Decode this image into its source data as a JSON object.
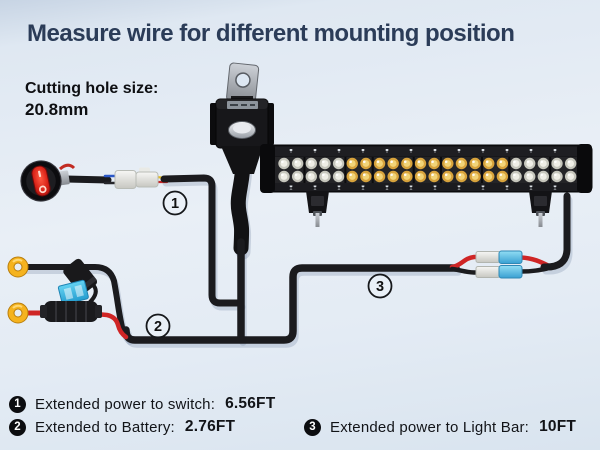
{
  "header": {
    "title": "Measure wire for different mounting position"
  },
  "note": {
    "label": "Cutting hole size:",
    "value": "20.8mm"
  },
  "diagram": {
    "markers": [
      {
        "num": "1"
      },
      {
        "num": "2"
      },
      {
        "num": "3"
      }
    ],
    "components": {
      "switch": "red-rocker-switch",
      "relay": "relay-with-ring-terminal",
      "fuse": "inline-fuse-holder-blue-fuse",
      "battery_terminals": "two-gold-ring-terminals",
      "light_bar": "dual-row-led-light-bar",
      "connectors": "spade-quick-connectors"
    },
    "light_bar": {
      "led_cols": 22,
      "led_rows": 2,
      "amber_from": 5,
      "amber_to": 16
    }
  },
  "legend": {
    "items": [
      {
        "num": "1",
        "label": "Extended power to switch:",
        "value": "6.56FT"
      },
      {
        "num": "2",
        "label": "Extended to Battery:",
        "value": "2.76FT"
      },
      {
        "num": "3",
        "label": "Extended power to Light Bar:",
        "value": "10FT"
      }
    ]
  },
  "colors": {
    "title": "#2b3c58",
    "wire_black": "#1b1b1e",
    "wire_red": "#cf2525",
    "ring_terminal_gold": "#f5b31f",
    "fuse_blue": "#3fb8e6",
    "connector_blue": "#62c4e6",
    "switch_red": "#d42020",
    "led_amber": "#f2d478",
    "led_amber_base": "#d8a33c",
    "led_white": "#efeee6",
    "led_white_base": "#c6c6bc",
    "background": "#e9eff6"
  }
}
